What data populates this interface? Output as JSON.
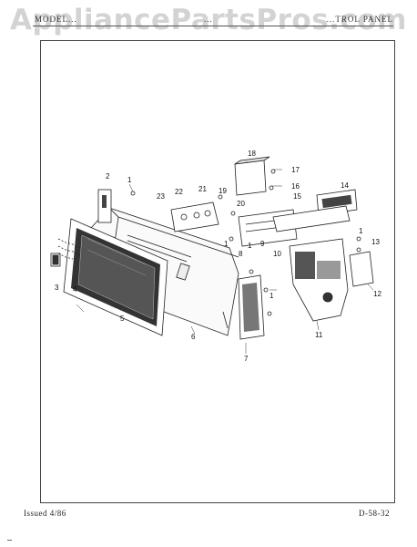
{
  "header": {
    "left_text": "MODEL...",
    "middle_text": "...",
    "right_text": "...TROL PANEL",
    "watermark": "AppliancePartsPros.com"
  },
  "callouts": [
    "18",
    "17",
    "16",
    "15",
    "14",
    "2",
    "1",
    "23",
    "22",
    "21",
    "19",
    "20",
    "1",
    "1",
    "8",
    "9",
    "10",
    "1",
    "13",
    "3",
    "4",
    "5",
    "6",
    "7",
    "1",
    "11",
    "12"
  ],
  "footer": {
    "issued": "Issued 4/86",
    "page_code": "D-58-32"
  }
}
